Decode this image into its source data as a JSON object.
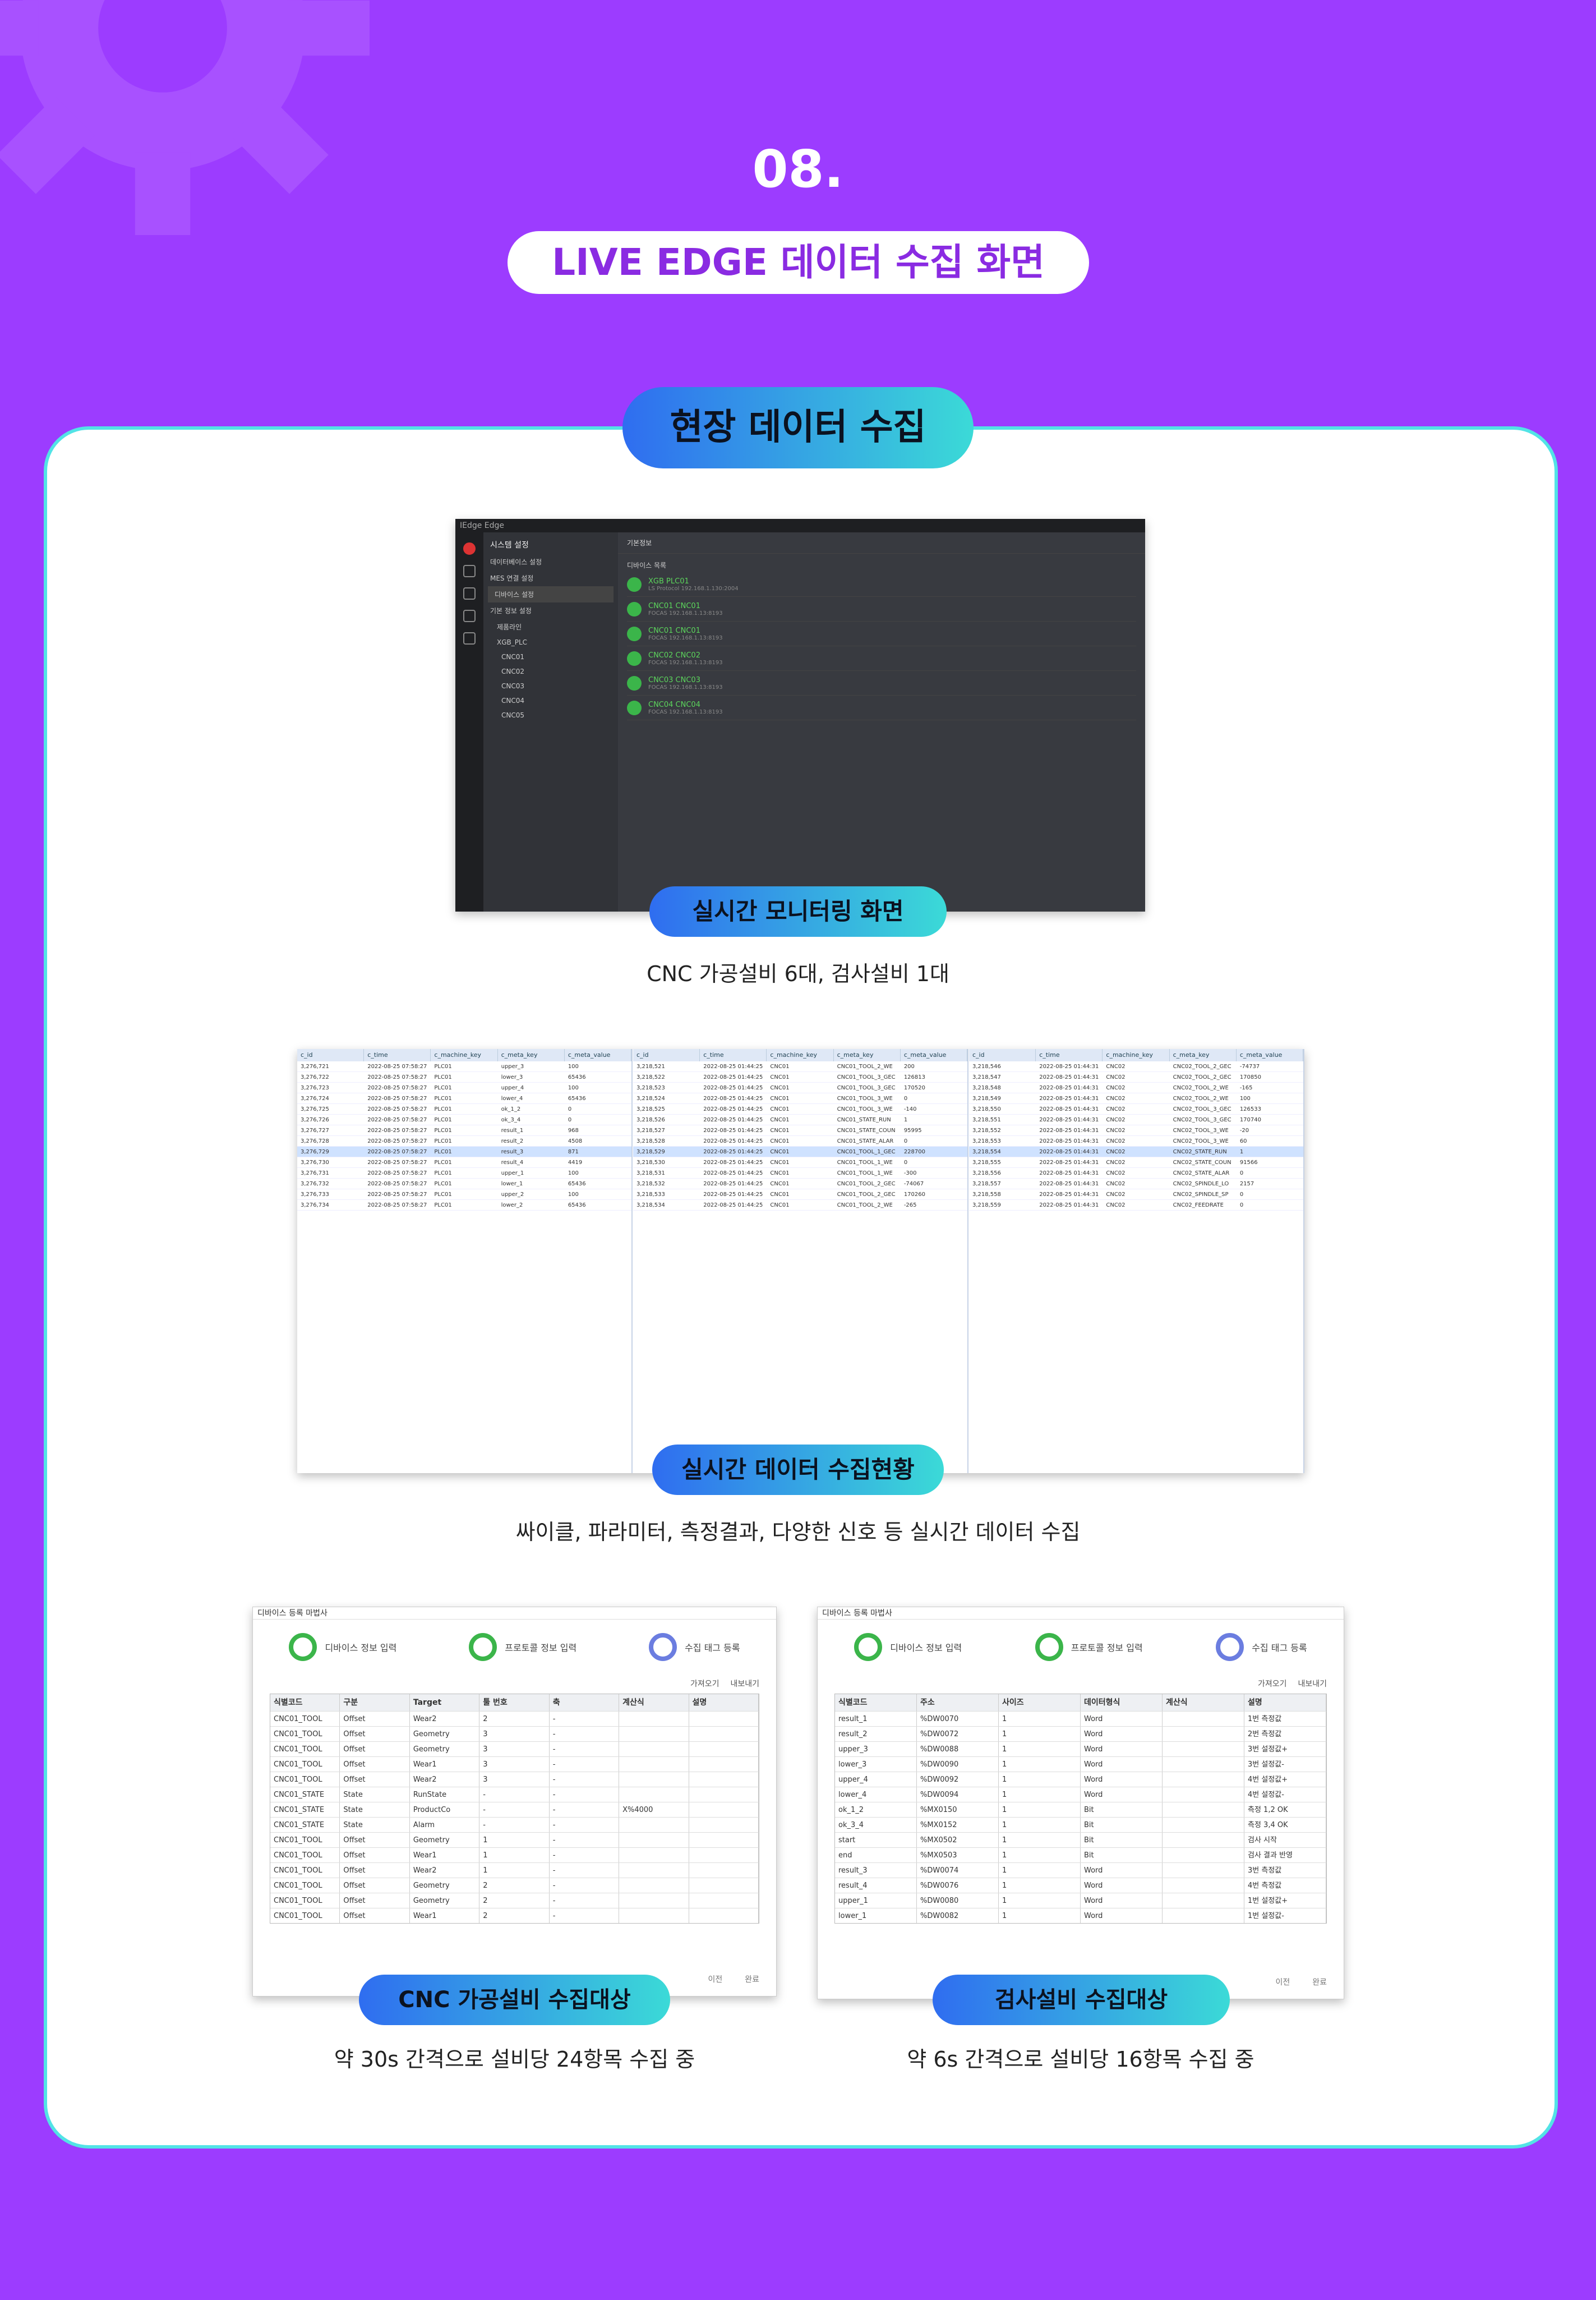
{
  "header": {
    "number": "08.",
    "title": "LIVE EDGE 데이터 수집 화면"
  },
  "section": {
    "title": "현장 데이터 수집"
  },
  "monitor": {
    "label": "실시간 모니터링 화면",
    "caption": "CNC 가공설비 6대, 검사설비 1대",
    "app_title": "IEdge Edge",
    "side_header": "시스템 설정",
    "side_items": [
      "데이터베이스 설정",
      "MES 연결 설정",
      "디바이스 설정",
      "기본 정보 설정",
      "제품라인",
      "XGB_PLC",
      "CNC01",
      "CNC02",
      "CNC03",
      "CNC04",
      "CNC05"
    ],
    "main_header": "기본정보",
    "list_header": "디바이스 목록",
    "devices": [
      {
        "name": "XGB PLC01",
        "sub": "LS Protocol 192.168.1.130:2004"
      },
      {
        "name": "CNC01 CNC01",
        "sub": "FOCAS 192.168.1.13:8193"
      },
      {
        "name": "CNC01 CNC01",
        "sub": "FOCAS 192.168.1.13:8193"
      },
      {
        "name": "CNC02 CNC02",
        "sub": "FOCAS 192.168.1.13:8193"
      },
      {
        "name": "CNC03 CNC03",
        "sub": "FOCAS 192.168.1.13:8193"
      },
      {
        "name": "CNC04 CNC04",
        "sub": "FOCAS 192.168.1.13:8193"
      }
    ]
  },
  "collect": {
    "label": "실시간 데이터 수집현황",
    "caption": "싸이클, 파라미터, 측정결과, 다양한 신호 등 실시간 데이터 수집",
    "columns": [
      "c_id",
      "c_time",
      "c_machine_key",
      "c_meta_key",
      "c_meta_value"
    ],
    "sheets": [
      {
        "rows": [
          [
            "3,276,721",
            "2022-08-25 07:58:27",
            "PLC01",
            "upper_3",
            "100"
          ],
          [
            "3,276,722",
            "2022-08-25 07:58:27",
            "PLC01",
            "lower_3",
            "65436"
          ],
          [
            "3,276,723",
            "2022-08-25 07:58:27",
            "PLC01",
            "upper_4",
            "100"
          ],
          [
            "3,276,724",
            "2022-08-25 07:58:27",
            "PLC01",
            "lower_4",
            "65436"
          ],
          [
            "3,276,725",
            "2022-08-25 07:58:27",
            "PLC01",
            "ok_1_2",
            "0"
          ],
          [
            "3,276,726",
            "2022-08-25 07:58:27",
            "PLC01",
            "ok_3_4",
            "0"
          ],
          [
            "3,276,727",
            "2022-08-25 07:58:27",
            "PLC01",
            "result_1",
            "968"
          ],
          [
            "3,276,728",
            "2022-08-25 07:58:27",
            "PLC01",
            "result_2",
            "4508"
          ],
          [
            "3,276,729",
            "2022-08-25 07:58:27",
            "PLC01",
            "result_3",
            "871"
          ],
          [
            "3,276,730",
            "2022-08-25 07:58:27",
            "PLC01",
            "result_4",
            "4419"
          ],
          [
            "3,276,731",
            "2022-08-25 07:58:27",
            "PLC01",
            "upper_1",
            "100"
          ],
          [
            "3,276,732",
            "2022-08-25 07:58:27",
            "PLC01",
            "lower_1",
            "65436"
          ],
          [
            "3,276,733",
            "2022-08-25 07:58:27",
            "PLC01",
            "upper_2",
            "100"
          ],
          [
            "3,276,734",
            "2022-08-25 07:58:27",
            "PLC01",
            "lower_2",
            "65436"
          ]
        ]
      },
      {
        "rows": [
          [
            "3,218,521",
            "2022-08-25 01:44:25",
            "CNC01",
            "CNC01_TOOL_2_WE",
            "200"
          ],
          [
            "3,218,522",
            "2022-08-25 01:44:25",
            "CNC01",
            "CNC01_TOOL_3_GEC",
            "126813"
          ],
          [
            "3,218,523",
            "2022-08-25 01:44:25",
            "CNC01",
            "CNC01_TOOL_3_GEC",
            "170520"
          ],
          [
            "3,218,524",
            "2022-08-25 01:44:25",
            "CNC01",
            "CNC01_TOOL_3_WE",
            "0"
          ],
          [
            "3,218,525",
            "2022-08-25 01:44:25",
            "CNC01",
            "CNC01_TOOL_3_WE",
            "-140"
          ],
          [
            "3,218,526",
            "2022-08-25 01:44:25",
            "CNC01",
            "CNC01_STATE_RUN",
            "1"
          ],
          [
            "3,218,527",
            "2022-08-25 01:44:25",
            "CNC01",
            "CNC01_STATE_COUN",
            "95995"
          ],
          [
            "3,218,528",
            "2022-08-25 01:44:25",
            "CNC01",
            "CNC01_STATE_ALAR",
            "0"
          ],
          [
            "3,218,529",
            "2022-08-25 01:44:25",
            "CNC01",
            "CNC01_TOOL_1_GEC",
            "228700"
          ],
          [
            "3,218,530",
            "2022-08-25 01:44:25",
            "CNC01",
            "CNC01_TOOL_1_WE",
            "0"
          ],
          [
            "3,218,531",
            "2022-08-25 01:44:25",
            "CNC01",
            "CNC01_TOOL_1_WE",
            "-300"
          ],
          [
            "3,218,532",
            "2022-08-25 01:44:25",
            "CNC01",
            "CNC01_TOOL_2_GEC",
            "-74067"
          ],
          [
            "3,218,533",
            "2022-08-25 01:44:25",
            "CNC01",
            "CNC01_TOOL_2_GEC",
            "170260"
          ],
          [
            "3,218,534",
            "2022-08-25 01:44:25",
            "CNC01",
            "CNC01_TOOL_2_WE",
            "-265"
          ]
        ]
      },
      {
        "rows": [
          [
            "3,218,546",
            "2022-08-25 01:44:31",
            "CNC02",
            "CNC02_TOOL_2_GEC",
            "-74737"
          ],
          [
            "3,218,547",
            "2022-08-25 01:44:31",
            "CNC02",
            "CNC02_TOOL_2_GEC",
            "170850"
          ],
          [
            "3,218,548",
            "2022-08-25 01:44:31",
            "CNC02",
            "CNC02_TOOL_2_WE",
            "-165"
          ],
          [
            "3,218,549",
            "2022-08-25 01:44:31",
            "CNC02",
            "CNC02_TOOL_2_WE",
            "100"
          ],
          [
            "3,218,550",
            "2022-08-25 01:44:31",
            "CNC02",
            "CNC02_TOOL_3_GEC",
            "126533"
          ],
          [
            "3,218,551",
            "2022-08-25 01:44:31",
            "CNC02",
            "CNC02_TOOL_3_GEC",
            "170740"
          ],
          [
            "3,218,552",
            "2022-08-25 01:44:31",
            "CNC02",
            "CNC02_TOOL_3_WE",
            "-20"
          ],
          [
            "3,218,553",
            "2022-08-25 01:44:31",
            "CNC02",
            "CNC02_TOOL_3_WE",
            "60"
          ],
          [
            "3,218,554",
            "2022-08-25 01:44:31",
            "CNC02",
            "CNC02_STATE_RUN",
            "1"
          ],
          [
            "3,218,555",
            "2022-08-25 01:44:31",
            "CNC02",
            "CNC02_STATE_COUN",
            "91566"
          ],
          [
            "3,218,556",
            "2022-08-25 01:44:31",
            "CNC02",
            "CNC02_STATE_ALAR",
            "0"
          ],
          [
            "3,218,557",
            "2022-08-25 01:44:31",
            "CNC02",
            "CNC02_SPINDLE_LO",
            "2157"
          ],
          [
            "3,218,558",
            "2022-08-25 01:44:31",
            "CNC02",
            "CNC02_SPINDLE_SP",
            "0"
          ],
          [
            "3,218,559",
            "2022-08-25 01:44:31",
            "CNC02",
            "CNC02_FEEDRATE",
            "0"
          ]
        ]
      }
    ]
  },
  "cnc": {
    "label": "CNC 가공설비 수집대상",
    "caption": "약 30s 간격으로 설비당 24항목 수집 중",
    "window_title": "디바이스 등록 마법사",
    "steps": [
      "디바이스 정보 입력",
      "프로토콜 정보 입력",
      "수집 태그 등록"
    ],
    "import": "가져오기",
    "export": "내보내기",
    "columns": [
      "식별코드",
      "구분",
      "Target",
      "툴 번호",
      "축",
      "계산식",
      "설명"
    ],
    "rows": [
      [
        "CNC01_TOOL",
        "Offset",
        "Wear2",
        "2",
        "-",
        "",
        ""
      ],
      [
        "CNC01_TOOL",
        "Offset",
        "Geometry",
        "3",
        "-",
        "",
        ""
      ],
      [
        "CNC01_TOOL",
        "Offset",
        "Geometry",
        "3",
        "-",
        "",
        ""
      ],
      [
        "CNC01_TOOL",
        "Offset",
        "Wear1",
        "3",
        "-",
        "",
        ""
      ],
      [
        "CNC01_TOOL",
        "Offset",
        "Wear2",
        "3",
        "-",
        "",
        ""
      ],
      [
        "CNC01_STATE",
        "State",
        "RunState",
        "-",
        "-",
        "",
        ""
      ],
      [
        "CNC01_STATE",
        "State",
        "ProductCo",
        "-",
        "-",
        "X%4000",
        ""
      ],
      [
        "CNC01_STATE",
        "State",
        "Alarm",
        "-",
        "-",
        "",
        ""
      ],
      [
        "CNC01_TOOL",
        "Offset",
        "Geometry",
        "1",
        "-",
        "",
        ""
      ],
      [
        "CNC01_TOOL",
        "Offset",
        "Wear1",
        "1",
        "-",
        "",
        ""
      ],
      [
        "CNC01_TOOL",
        "Offset",
        "Wear2",
        "1",
        "-",
        "",
        ""
      ],
      [
        "CNC01_TOOL",
        "Offset",
        "Geometry",
        "2",
        "-",
        "",
        ""
      ],
      [
        "CNC01_TOOL",
        "Offset",
        "Geometry",
        "2",
        "-",
        "",
        ""
      ],
      [
        "CNC01_TOOL",
        "Offset",
        "Wear1",
        "2",
        "-",
        "",
        ""
      ]
    ],
    "prev": "이전",
    "done": "완료"
  },
  "insp": {
    "label": "검사설비 수집대상",
    "caption": "약 6s 간격으로 설비당 16항목 수집 중",
    "window_title": "디바이스 등록 마법사",
    "steps": [
      "디바이스 정보 입력",
      "프로토콜 정보 입력",
      "수집 태그 등록"
    ],
    "import": "가져오기",
    "export": "내보내기",
    "columns": [
      "식별코드",
      "주소",
      "사이즈",
      "데이터형식",
      "계산식",
      "설명"
    ],
    "rows": [
      [
        "result_1",
        "%DW0070",
        "1",
        "Word",
        "",
        "1번 측정값"
      ],
      [
        "result_2",
        "%DW0072",
        "1",
        "Word",
        "",
        "2번 측정값"
      ],
      [
        "upper_3",
        "%DW0088",
        "1",
        "Word",
        "",
        "3번 설정값+"
      ],
      [
        "lower_3",
        "%DW0090",
        "1",
        "Word",
        "",
        "3번 설정값-"
      ],
      [
        "upper_4",
        "%DW0092",
        "1",
        "Word",
        "",
        "4번 설정값+"
      ],
      [
        "lower_4",
        "%DW0094",
        "1",
        "Word",
        "",
        "4번 설정값-"
      ],
      [
        "ok_1_2",
        "%MX0150",
        "1",
        "Bit",
        "",
        "측정 1,2 OK"
      ],
      [
        "ok_3_4",
        "%MX0152",
        "1",
        "Bit",
        "",
        "측정 3,4 OK"
      ],
      [
        "start",
        "%MX0502",
        "1",
        "Bit",
        "",
        "검사 시작"
      ],
      [
        "end",
        "%MX0503",
        "1",
        "Bit",
        "",
        "검사 결과 반영"
      ],
      [
        "result_3",
        "%DW0074",
        "1",
        "Word",
        "",
        "3번 측정값"
      ],
      [
        "result_4",
        "%DW0076",
        "1",
        "Word",
        "",
        "4번 측정값"
      ],
      [
        "upper_1",
        "%DW0080",
        "1",
        "Word",
        "",
        "1번 설정값+"
      ],
      [
        "lower_1",
        "%DW0082",
        "1",
        "Word",
        "",
        "1번 설정값-"
      ]
    ],
    "prev": "이전",
    "done": "완료"
  }
}
